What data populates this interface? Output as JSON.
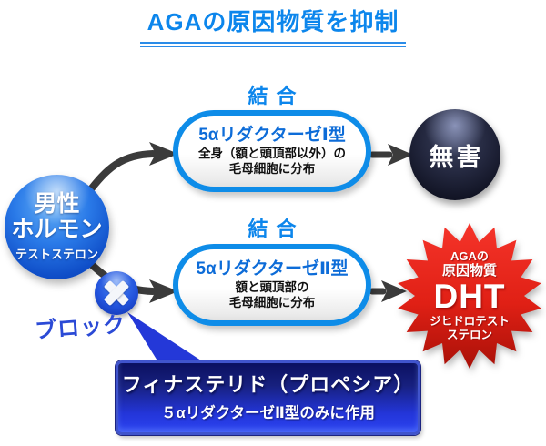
{
  "title": "AGAの原因物質を抑制",
  "colors": {
    "accent_blue": "#0c86ec",
    "deep_blue": "#0d6cd8",
    "block_blue": "#2b4ad6",
    "star_red": "#e3231a",
    "arrow_dark": "#3b3b3b"
  },
  "hormone": {
    "line1": "男性",
    "line2": "ホルモン",
    "line3": "テストステロン"
  },
  "pathway_top": {
    "bind_label": "結合",
    "receptor": "5αリダクターゼⅠ型",
    "desc_line1": "全身（額と頭頂部以外）の",
    "desc_line2": "毛母細胞に分布",
    "result": "無害"
  },
  "pathway_bottom": {
    "bind_label": "結合",
    "receptor": "5αリダクターゼⅡ型",
    "desc_line1": "額と頭頂部の",
    "desc_line2": "毛母細胞に分布"
  },
  "block": {
    "label": "ブロック"
  },
  "dht": {
    "tag_line1": "AGAの",
    "tag_line2": "原因物質",
    "name": "DHT",
    "sub_line1": "ジヒドロテスト",
    "sub_line2": "ステロン"
  },
  "drug_box": {
    "title": "フィナステリド（プロペシア）",
    "subtitle": "５αリダクターゼⅡ型のみに作用"
  }
}
